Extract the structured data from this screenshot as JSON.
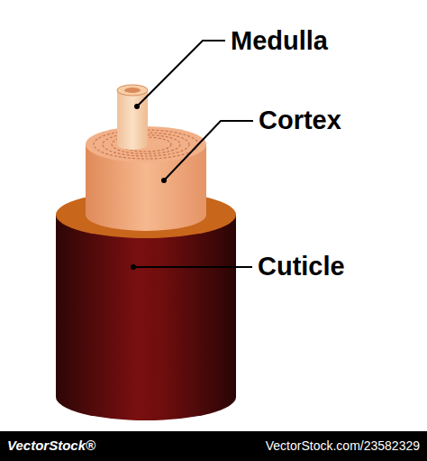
{
  "diagram": {
    "labels": [
      "Medulla",
      "Cortex",
      "Cuticle",
      "VectorStock®",
      "VectorStock.com/23582329"
    ]
  }
}
